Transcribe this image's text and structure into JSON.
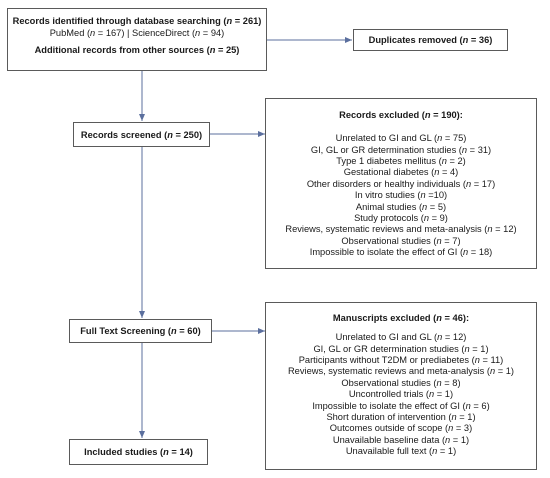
{
  "identification": {
    "db_prefix": "Records identified through database searching (",
    "db_n": "n",
    "db_suffix": " = 261)",
    "sources_a_prefix": "PubMed (",
    "sources_a_n": "n",
    "sources_a_suffix": " = 167)",
    "sources_sep": " | ",
    "sources_b_prefix": "ScienceDirect (",
    "sources_b_n": "n",
    "sources_b_suffix": " = 94)",
    "additional_prefix": "Additional records from other sources (",
    "additional_n": "n",
    "additional_suffix": " = 25)"
  },
  "duplicates": {
    "prefix": "Duplicates removed (",
    "n": "n",
    "suffix": " = 36)"
  },
  "screened": {
    "prefix": "Records screened (",
    "n": "n",
    "suffix": " = 250)"
  },
  "records_excluded": {
    "title_prefix": "Records excluded (",
    "title_n": "n",
    "title_suffix": " = 190):",
    "items": [
      {
        "prefix": "Unrelated to GI and GL (",
        "n": "n",
        "suffix": " = 75)"
      },
      {
        "prefix": "GI, GL or GR determination studies (",
        "n": "n",
        "suffix": " = 31)"
      },
      {
        "prefix": "Type 1 diabetes mellitus (",
        "n": "n",
        "suffix": " = 2)"
      },
      {
        "prefix": "Gestational diabetes (",
        "n": "n",
        "suffix": " = 4)"
      },
      {
        "prefix": "Other disorders or healthy individuals (",
        "n": "n",
        "suffix": " = 17)"
      },
      {
        "prefix": "In vitro studies (",
        "n": "n",
        "suffix": " =10)"
      },
      {
        "prefix": "Animal studies (",
        "n": "n",
        "suffix": " = 5)"
      },
      {
        "prefix": "Study protocols (",
        "n": "n",
        "suffix": " = 9)"
      },
      {
        "prefix": "Reviews, systematic reviews and meta-analysis (",
        "n": "n",
        "suffix": " = 12)"
      },
      {
        "prefix": "Observational studies (",
        "n": "n",
        "suffix": " = 7)"
      },
      {
        "prefix": "Impossible to isolate the effect of GI (",
        "n": "n",
        "suffix": " = 18)"
      }
    ]
  },
  "full_text": {
    "prefix": "Full Text Screening (",
    "n": "n",
    "suffix": " = 60)"
  },
  "manuscripts_excluded": {
    "title_prefix": "Manuscripts excluded (",
    "title_n": "n",
    "title_suffix": " = 46):",
    "items": [
      {
        "prefix": "Unrelated to GI and GL (",
        "n": "n",
        "suffix": " = 12)"
      },
      {
        "prefix": "GI, GL or GR determination studies (",
        "n": "n",
        "suffix": " = 1)"
      },
      {
        "prefix": "Participants without T2DM or prediabetes (",
        "n": "n",
        "suffix": " = 11)"
      },
      {
        "prefix": "Reviews, systematic reviews and meta-analysis (",
        "n": "n",
        "suffix": " = 1)"
      },
      {
        "prefix": "Observational studies (",
        "n": "n",
        "suffix": " = 8)"
      },
      {
        "prefix": "Uncontrolled trials (",
        "n": "n",
        "suffix": " = 1)"
      },
      {
        "prefix": "Impossible to isolate the effect of GI (",
        "n": "n",
        "suffix": " = 6)"
      },
      {
        "prefix": "Short duration of intervention (",
        "n": "n",
        "suffix": " = 1)"
      },
      {
        "prefix": "Outcomes outside of scope (",
        "n": "n",
        "suffix": " = 3)"
      },
      {
        "prefix": "Unavailable baseline data (",
        "n": "n",
        "suffix": " = 1)"
      },
      {
        "prefix": "Unavailable full text (",
        "n": "n",
        "suffix": " = 1)"
      }
    ]
  },
  "included": {
    "prefix": "Included studies (",
    "n": "n",
    "suffix": " = 14)"
  },
  "colors": {
    "border": "#5a5a5a",
    "arrow": "#5b6f9e",
    "text": "#1a1a1a"
  }
}
